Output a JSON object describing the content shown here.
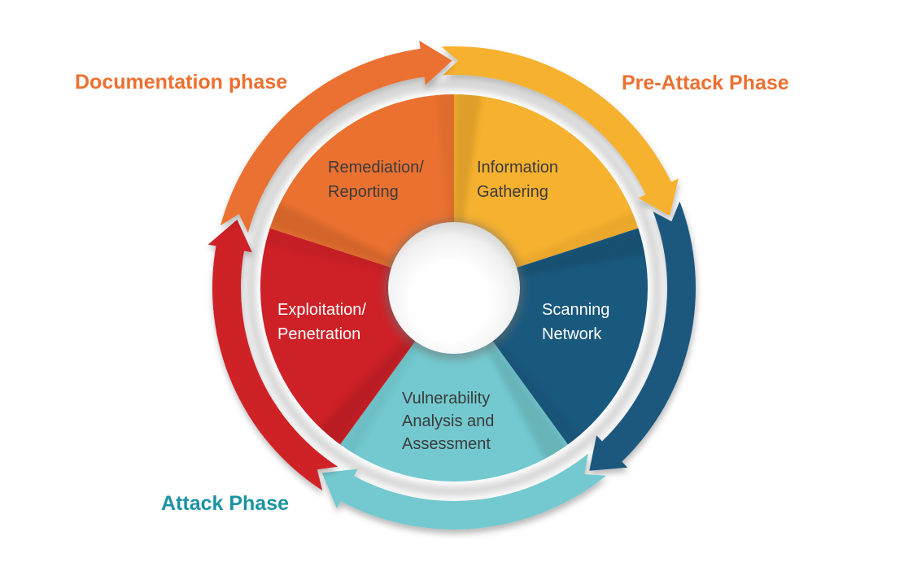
{
  "diagram": {
    "type": "cycle",
    "phase_labels": [
      {
        "id": "documentation",
        "text": "Documentation phase",
        "color": "#EC7030"
      },
      {
        "id": "preattack",
        "text": "Pre-Attack Phase",
        "color": "#EC7030"
      },
      {
        "id": "attack",
        "text": "Attack Phase",
        "color": "#1B93A2"
      }
    ],
    "segments": [
      {
        "id": "information",
        "label": "Information\nGathering",
        "color": "#F6B12F",
        "text_color": "#3B3B3B",
        "start_angle": 0,
        "end_angle": 72
      },
      {
        "id": "scanning",
        "label": "Scanning\nNetwork",
        "color": "#1A597E",
        "text_color": "#FFFFFF",
        "start_angle": 72,
        "end_angle": 144
      },
      {
        "id": "vulnerability",
        "label": "Vulnerability\nAnalysis and\nAssessment",
        "color": "#73C9CF",
        "text_color": "#3B3B3B",
        "start_angle": 144,
        "end_angle": 216
      },
      {
        "id": "exploitation",
        "label": "Exploitation/\nPenetration",
        "color": "#CE2127",
        "text_color": "#FFFFFF",
        "start_angle": 216,
        "end_angle": 288
      },
      {
        "id": "remediation",
        "label": "Remediation/\nReporting",
        "color": "#EB7130",
        "text_color": "#3B3B3B",
        "start_angle": 288,
        "end_angle": 360
      }
    ],
    "arrows": [
      {
        "id": "yellow",
        "color": "#F6B12F",
        "tail_junction": 2,
        "head_junction": 74
      },
      {
        "id": "blue",
        "color": "#1A597E",
        "tail_junction": 74,
        "head_junction": 146
      },
      {
        "id": "teal",
        "color": "#73C9CF",
        "tail_junction": 146,
        "head_junction": 218
      },
      {
        "id": "red",
        "color": "#CE2127",
        "tail_junction": 218,
        "head_junction": 290
      },
      {
        "id": "orange",
        "color": "#EB7130",
        "tail_junction": 290,
        "head_junction": 362
      }
    ]
  }
}
